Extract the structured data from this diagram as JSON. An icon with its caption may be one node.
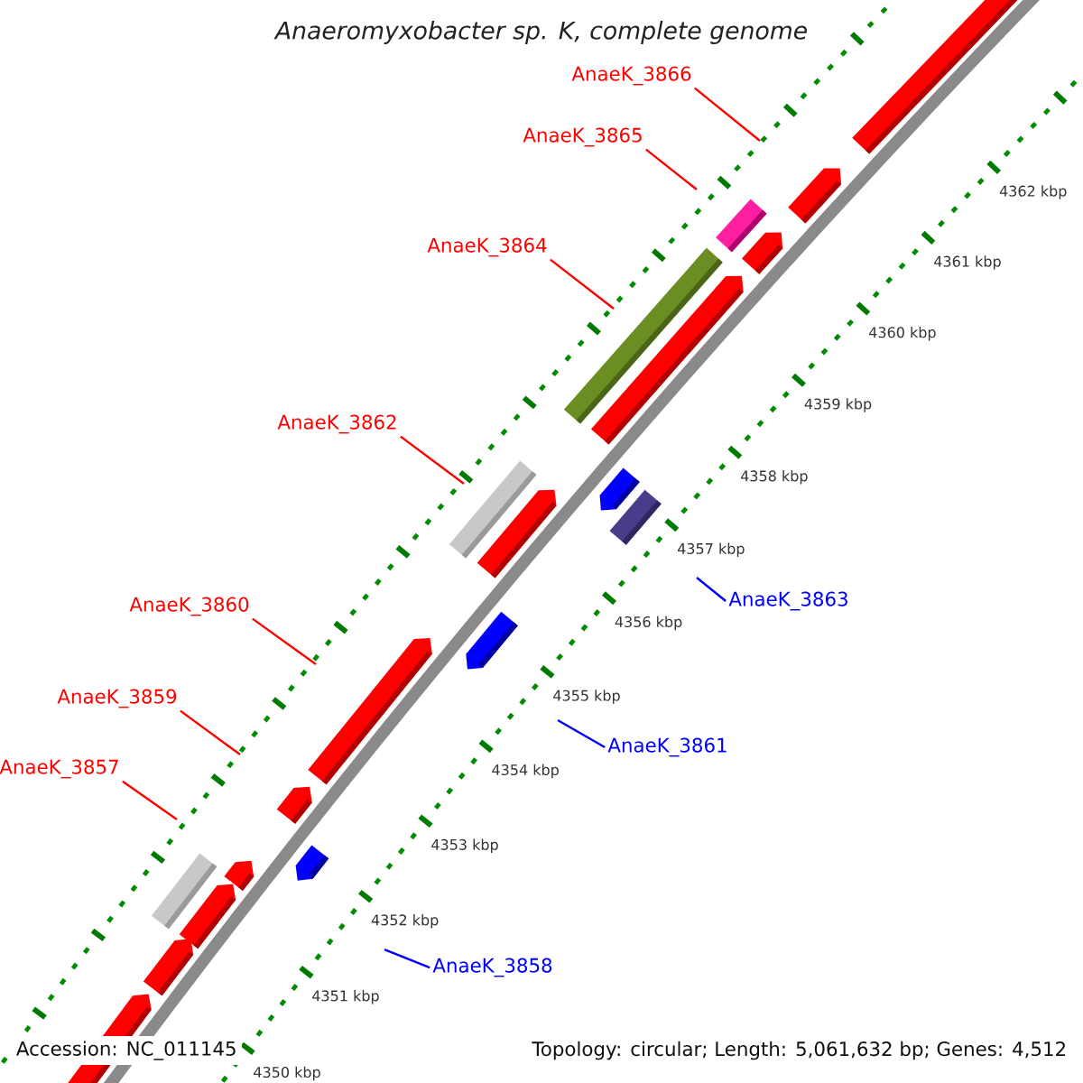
{
  "diagram": {
    "title": "Anaeromyxobacter sp. K, complete genome",
    "nodes": [
      {
        "text": [
          "AnaeK_3866"
        ]
      },
      {
        "text": [
          "AnaeK_3865"
        ]
      },
      {
        "text": [
          "AnaeK_3864"
        ]
      },
      {
        "text": [
          "AnaeK_3862"
        ]
      },
      {
        "text": [
          "AnaeK_3863"
        ]
      },
      {
        "text": [
          "AnaeK_3860"
        ]
      },
      {
        "text": [
          "AnaeK_3861"
        ]
      },
      {
        "text": [
          "AnaeK_3859"
        ]
      },
      {
        "text": [
          "AnaeK_3857"
        ]
      },
      {
        "text": [
          "AnaeK_3858"
        ]
      }
    ],
    "edges": [
      {
        "from": 0,
        "to": null,
        "arrow": "none"
      },
      {
        "from": 1,
        "to": null,
        "arrow": "none"
      },
      {
        "from": 2,
        "to": null,
        "arrow": "none"
      },
      {
        "from": 3,
        "to": null,
        "arrow": "none"
      },
      {
        "from": 4,
        "to": null,
        "arrow": "none",
        "color": "#0000ff"
      },
      {
        "from": 5,
        "to": null,
        "arrow": "none"
      },
      {
        "from": 6,
        "to": null,
        "arrow": "none",
        "color": "#0000ff"
      },
      {
        "from": 7,
        "to": null,
        "arrow": "none"
      },
      {
        "from": 8,
        "to": null,
        "arrow": "none"
      },
      {
        "from": 9,
        "to": null,
        "arrow": "none",
        "color": "#0000ff"
      }
    ],
    "labels": [
      "4362 kbp",
      "4361 kbp",
      "4360 kbp",
      "4359 kbp",
      "4358 kbp",
      "4357 kbp",
      "4356 kbp",
      "4355 kbp",
      "4354 kbp",
      "4353 kbp",
      "4352 kbp",
      "4351 kbp",
      "4350 kbp",
      "Accession: NC_011145",
      "Topology: circular; Length: 5,061,632 bp; Genes: 4,512"
    ]
  }
}
